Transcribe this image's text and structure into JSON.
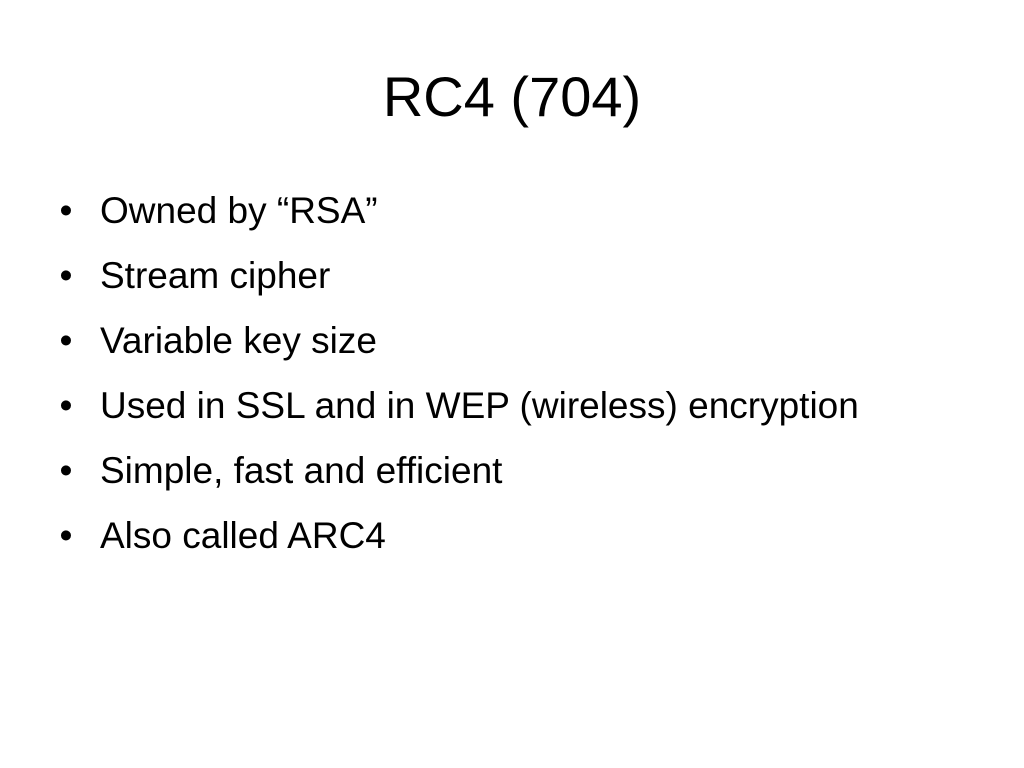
{
  "slide": {
    "title": "RC4 (704)",
    "bullet_glyph": "•",
    "bullets": [
      "Owned by “RSA”",
      "Stream cipher",
      "Variable key size",
      "Used in SSL and in WEP (wireless) encryption",
      "Simple, fast and efficient",
      "Also called ARC4"
    ]
  }
}
